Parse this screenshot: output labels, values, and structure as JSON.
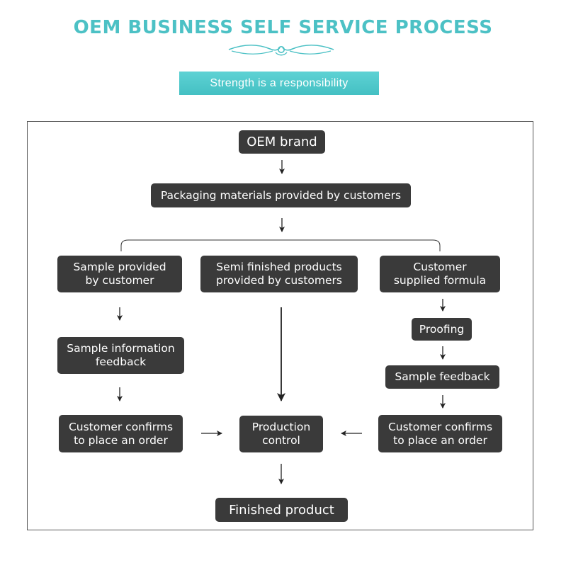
{
  "header": {
    "title": "OEM BUSINESS SELF SERVICE PROCESS",
    "slogan": "Strength is a responsibility"
  },
  "colors": {
    "accent": "#4cc1c5",
    "node_fill": "#3a3a3a",
    "node_text": "#ffffff",
    "line": "#222222"
  },
  "nodes": {
    "oem_brand": "OEM brand",
    "packaging": "Packaging materials provided by customers",
    "sample_by_customer": "Sample provided\nby customer",
    "semi_finished": "Semi finished products\nprovided by customers",
    "customer_formula": "Customer\nsupplied formula",
    "sample_info_feedback": "Sample information\nfeedback",
    "proofing": "Proofing",
    "sample_feedback": "Sample feedback",
    "confirm_left": "Customer confirms\nto place an order",
    "production_control": "Production\ncontrol",
    "confirm_right": "Customer confirms\nto place an order",
    "finished_product": "Finished product"
  }
}
